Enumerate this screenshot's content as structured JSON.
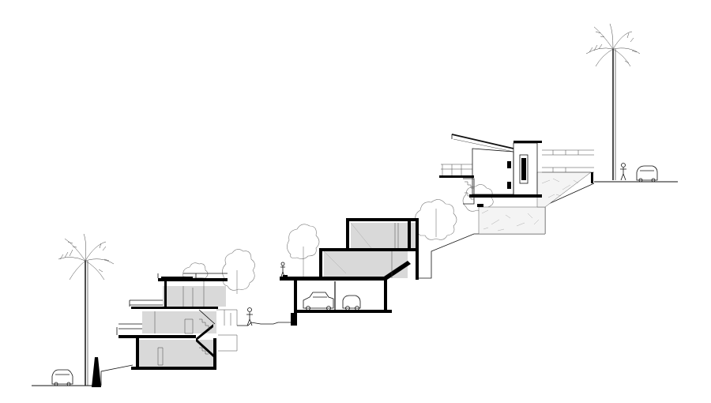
{
  "drawing": {
    "type": "architectural site section",
    "colors": {
      "background": "#ffffff",
      "cut": "#000000",
      "interior_fill": "#d9d9d9",
      "line": "#111111",
      "vegetation": "#777777"
    },
    "elements": [
      "lower-street",
      "lower-palm-tree",
      "lower-car",
      "lower-retaining-wall",
      "lower-residence",
      "middle-residence-with-garage",
      "hillside-slope",
      "upper-residence",
      "upper-palm-tree",
      "upper-car",
      "upper-street",
      "human-figures",
      "background-trees"
    ]
  }
}
